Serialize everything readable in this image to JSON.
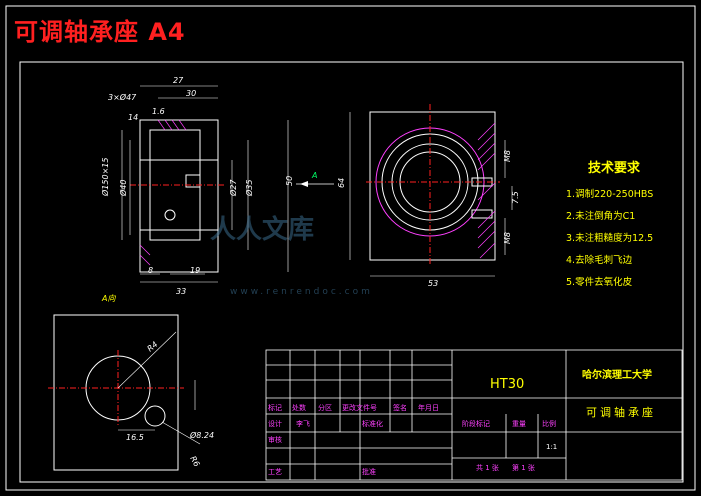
{
  "header": {
    "title": "可调轴承座 A4"
  },
  "colors": {
    "background": "#000000",
    "line": "#ffffff",
    "center": "#ff2020",
    "magenta": "#ff40ff",
    "green": "#00ff66",
    "yellow": "#ffff00"
  },
  "dims_side": {
    "d27": "27",
    "d30": "30",
    "d3x": "3×Ø47",
    "d150": "Ø150×15",
    "d140": "Ø40",
    "d27b": "Ø27",
    "d35": "Ø35",
    "d50": "50",
    "d8": "8",
    "d19": "19",
    "d33": "33",
    "d14": "14",
    "d16": "1.6"
  },
  "view_arrow": "A",
  "dims_front": {
    "d64": "64",
    "d53": "53",
    "m8a": "M8",
    "m8b": "M8",
    "d75": "7.5"
  },
  "requirements": {
    "title": "技术要求",
    "items": [
      "1.调制220-250HBS",
      "2.未注倒角为C1",
      "3.未注粗糙度为12.5",
      "4.去除毛刺飞边",
      "5.零件去氧化皮"
    ]
  },
  "view_a": {
    "label": "A向",
    "r": "R4",
    "d165": "16.5",
    "d24": "Ø8.24",
    "r6": "R6"
  },
  "title_block": {
    "material": "HT30",
    "school": "哈尔滨理工大学",
    "part_name": "可调轴承座",
    "ratio": "1:1",
    "sheet_total": "共 1 张",
    "sheet_no": "第 1 张",
    "cols_row": [
      "标记",
      "处数",
      "分区",
      "更改文件号",
      "签名",
      "年月日"
    ],
    "rows": [
      [
        "设计",
        "李飞",
        "",
        "标准化",
        "",
        ""
      ],
      [
        "审核",
        "",
        "",
        "",
        "",
        ""
      ],
      [
        "工艺",
        "",
        "",
        "批准",
        "",
        ""
      ]
    ],
    "stage_label": "阶段标记",
    "weight_label": "重量",
    "scale_label": "比例"
  },
  "watermark": {
    "text": "人人文库",
    "url": "www.renrendoc.com"
  }
}
